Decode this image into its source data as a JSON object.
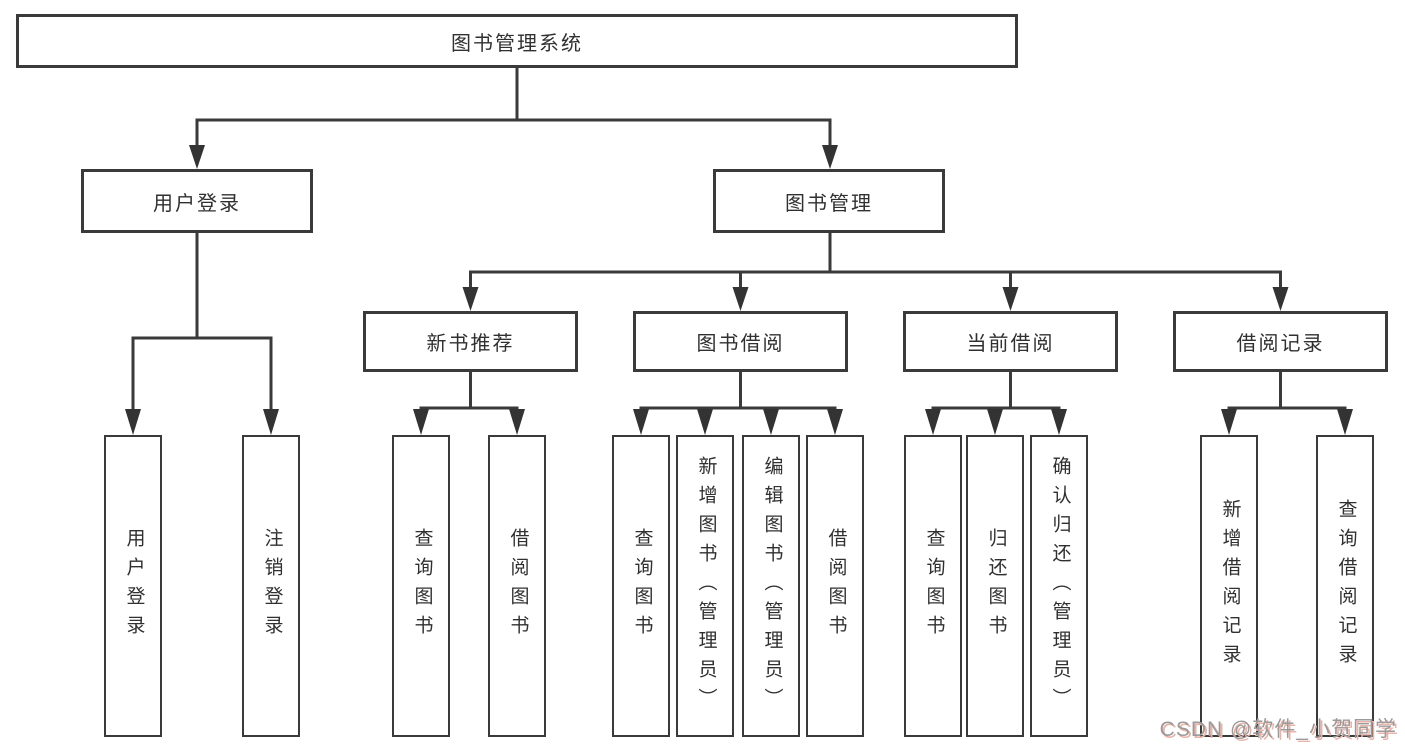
{
  "diagram": {
    "root": {
      "label": "图书管理系统"
    },
    "level2": [
      {
        "label": "用户登录",
        "parent": "图书管理系统"
      },
      {
        "label": "图书管理",
        "parent": "图书管理系统"
      }
    ],
    "level3": [
      {
        "label": "新书推荐",
        "parent": "图书管理"
      },
      {
        "label": "图书借阅",
        "parent": "图书管理"
      },
      {
        "label": "当前借阅",
        "parent": "图书管理"
      },
      {
        "label": "借阅记录",
        "parent": "图书管理"
      }
    ],
    "leaves": [
      {
        "label": "用户登录",
        "parent": "用户登录"
      },
      {
        "label": "注销登录",
        "parent": "用户登录"
      },
      {
        "label": "查询图书",
        "parent": "新书推荐"
      },
      {
        "label": "借阅图书",
        "parent": "新书推荐"
      },
      {
        "label": "查询图书",
        "parent": "图书借阅"
      },
      {
        "label": "新增图书（管理员）",
        "parent": "图书借阅"
      },
      {
        "label": "编辑图书（管理员）",
        "parent": "图书借阅"
      },
      {
        "label": "借阅图书",
        "parent": "图书借阅"
      },
      {
        "label": "查询图书",
        "parent": "当前借阅"
      },
      {
        "label": "归还图书",
        "parent": "当前借阅"
      },
      {
        "label": "确认归还（管理员）",
        "parent": "当前借阅"
      },
      {
        "label": "新增借阅记录",
        "parent": "借阅记录"
      },
      {
        "label": "查询借阅记录",
        "parent": "借阅记录"
      }
    ],
    "colors": {
      "line": "#3a3a3a",
      "box_border": "#3a3a3a",
      "text": "#303030",
      "background": "#ffffff",
      "watermark_text": "#9a9a9a",
      "watermark_shadow": "#eab3aa"
    },
    "watermark": {
      "text": "CSDN @软件_小贺同学"
    }
  }
}
